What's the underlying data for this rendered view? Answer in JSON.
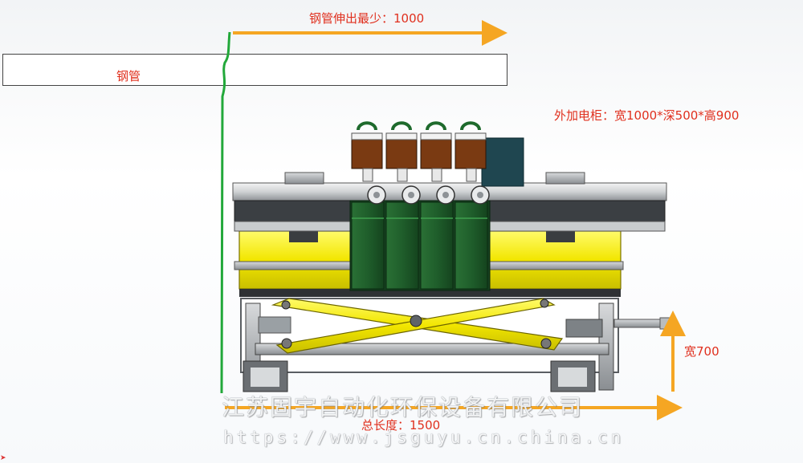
{
  "annotations": {
    "protrusion": "钢管伸出最少：1000",
    "tube": "钢管",
    "cabinet": "外加电柜：宽1000*深500*高900",
    "width": "宽700",
    "total_length": "总长度：1500"
  },
  "watermark": {
    "company": "江苏固宇自动化环保设备有限公司",
    "url": "https://www.jsguyu.cn.china.cn"
  },
  "colors": {
    "annotation_text": "#e0301e",
    "arrow": "#f5a623",
    "guide_line": "#22a83a",
    "frame_yellow": "#f2e600",
    "head_green": "#1f5e2b",
    "motor_brown": "#7a3a12"
  }
}
